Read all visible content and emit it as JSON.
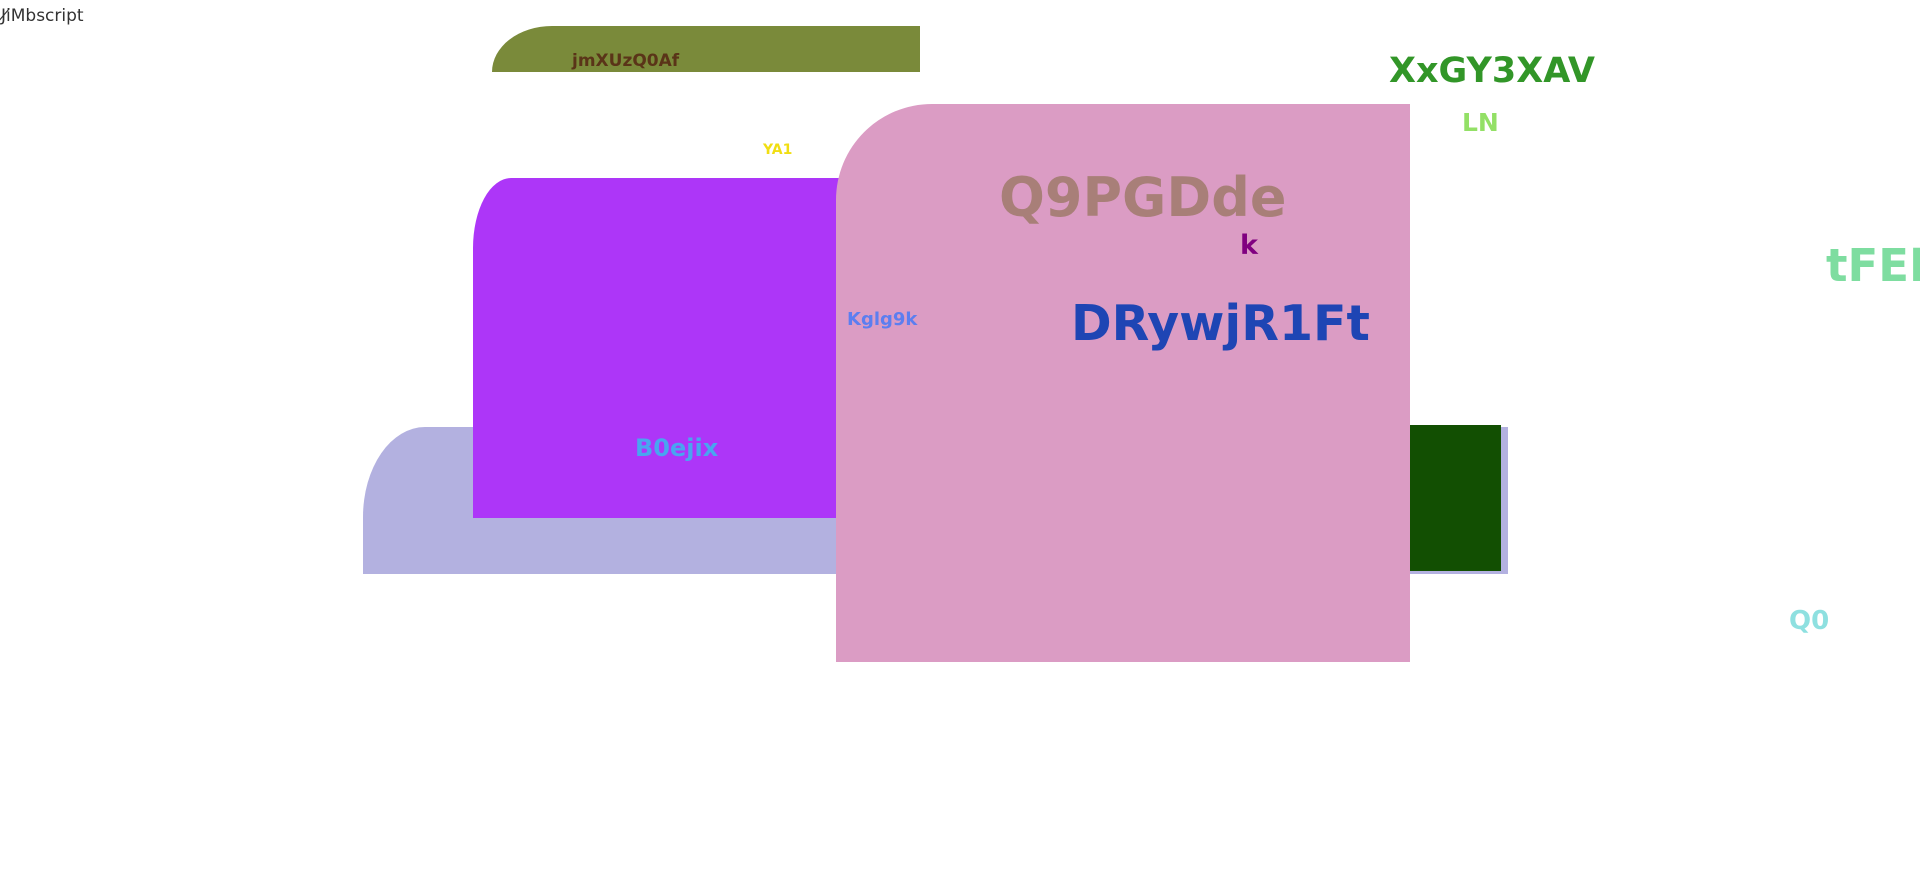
{
  "corner": {
    "text": "Ji̸Mbscript"
  },
  "labels": {
    "olive": "jmXUzQ0Af",
    "yellow": "YA1",
    "q9": "Q9PGDde",
    "k": "k",
    "kglg": "Kglg9k",
    "drywj": "DRywjR1Ft",
    "b0ejix": "B0ejix",
    "xxgy": "XxGY3XAV",
    "ln": "LN",
    "tfek": "tFEK",
    "q0": "Q0"
  },
  "colors": {
    "olive": "#7a8a3a",
    "lavender": "#b3b1e0",
    "dark_green": "#124f02",
    "purple": "#ad36f8",
    "pink": "#db9cc4"
  }
}
